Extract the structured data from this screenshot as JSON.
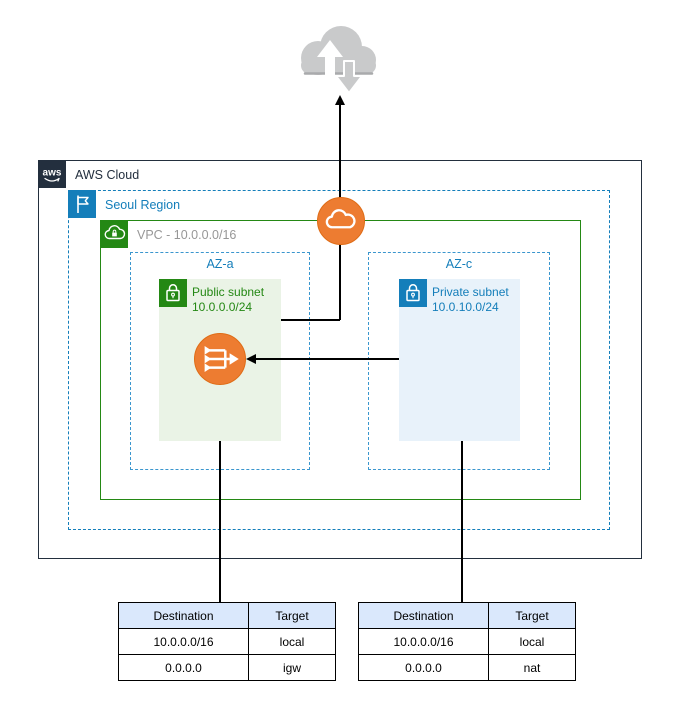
{
  "diagram": {
    "internet": {
      "icon": "internet-cloud"
    },
    "aws_cloud": {
      "logo_text": "aws",
      "label": "AWS Cloud"
    },
    "region": {
      "label": "Seoul Region"
    },
    "vpc": {
      "label": "VPC - 10.0.0.0/16"
    },
    "az_a": {
      "label": "AZ-a",
      "subnet_title": "Public subnet",
      "subnet_cidr": "10.0.0.0/24"
    },
    "az_c": {
      "label": "AZ-c",
      "subnet_title": "Private subnet",
      "subnet_cidr": "10.0.10.0/24"
    },
    "gateways": {
      "internet_gateway": "internet-gateway",
      "nat_gateway": "nat-gateway"
    },
    "route_table_public": {
      "headers": [
        "Destination",
        "Target"
      ],
      "rows": [
        [
          "10.0.0.0/16",
          "local"
        ],
        [
          "0.0.0.0",
          "igw"
        ]
      ]
    },
    "route_table_private": {
      "headers": [
        "Destination",
        "Target"
      ],
      "rows": [
        [
          "10.0.0.0/16",
          "local"
        ],
        [
          "0.0.0.0",
          "nat"
        ]
      ]
    }
  },
  "colors": {
    "aws_dark": "#232F3E",
    "orange": "#ED7C31",
    "green": "#248814",
    "blue": "#147EBA",
    "public_subnet_bg": "#EAF3E6",
    "private_subnet_bg": "#E8F2FA",
    "table_header_bg": "#DAE8FC",
    "cloud_gray": "#C9CACB"
  }
}
